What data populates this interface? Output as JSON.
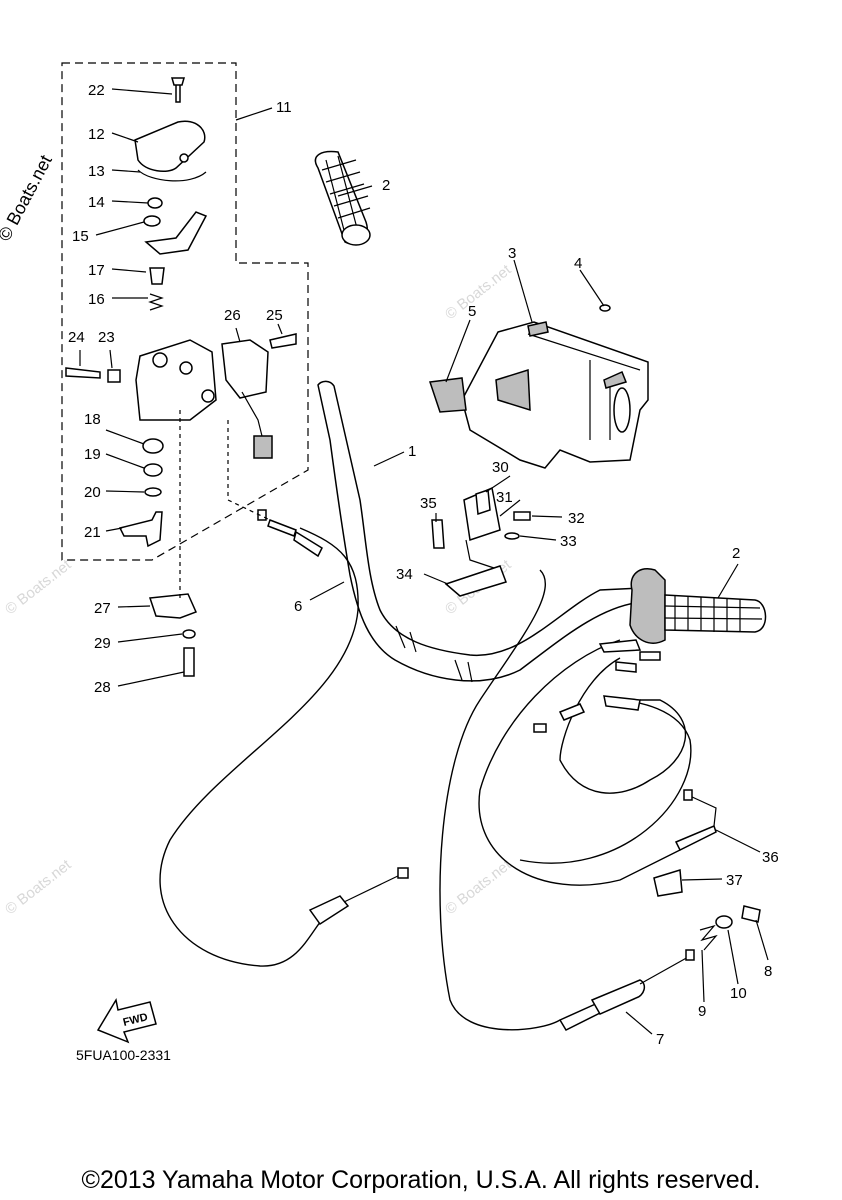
{
  "diagram": {
    "drawing_code": "5FUA100-2331",
    "direction_badge": "FWD",
    "watermark": "© Boats.net",
    "faint_watermark": "© Boats.net",
    "copyright": "©2013 Yamaha Motor Corporation, U.S.A. All rights reserved.",
    "callouts": [
      "22",
      "12",
      "13",
      "14",
      "15",
      "17",
      "16",
      "11",
      "2",
      "3",
      "4",
      "5",
      "24",
      "23",
      "26",
      "25",
      "18",
      "19",
      "20",
      "21",
      "1",
      "30",
      "31",
      "32",
      "33",
      "35",
      "34",
      "6",
      "27",
      "29",
      "28",
      "2",
      "36",
      "37",
      "8",
      "10",
      "9",
      "7"
    ]
  }
}
